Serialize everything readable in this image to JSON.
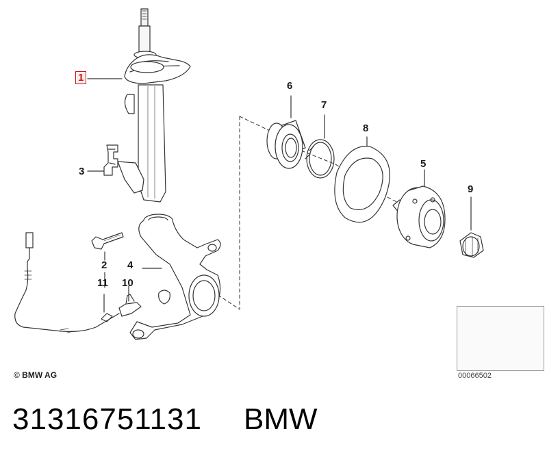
{
  "callouts": {
    "c1": "1",
    "c2": "2",
    "c3": "3",
    "c4": "4",
    "c5": "5",
    "c6": "6",
    "c7": "7",
    "c8": "8",
    "c9": "9",
    "c10": "10",
    "c11": "11"
  },
  "copyright": "© BMW AG",
  "thumbnail_code": "00066502",
  "part_number": "31316751131",
  "brand": "BMW",
  "colors": {
    "line": "#333333",
    "highlight": "#c8171e",
    "dot": "#000000"
  }
}
